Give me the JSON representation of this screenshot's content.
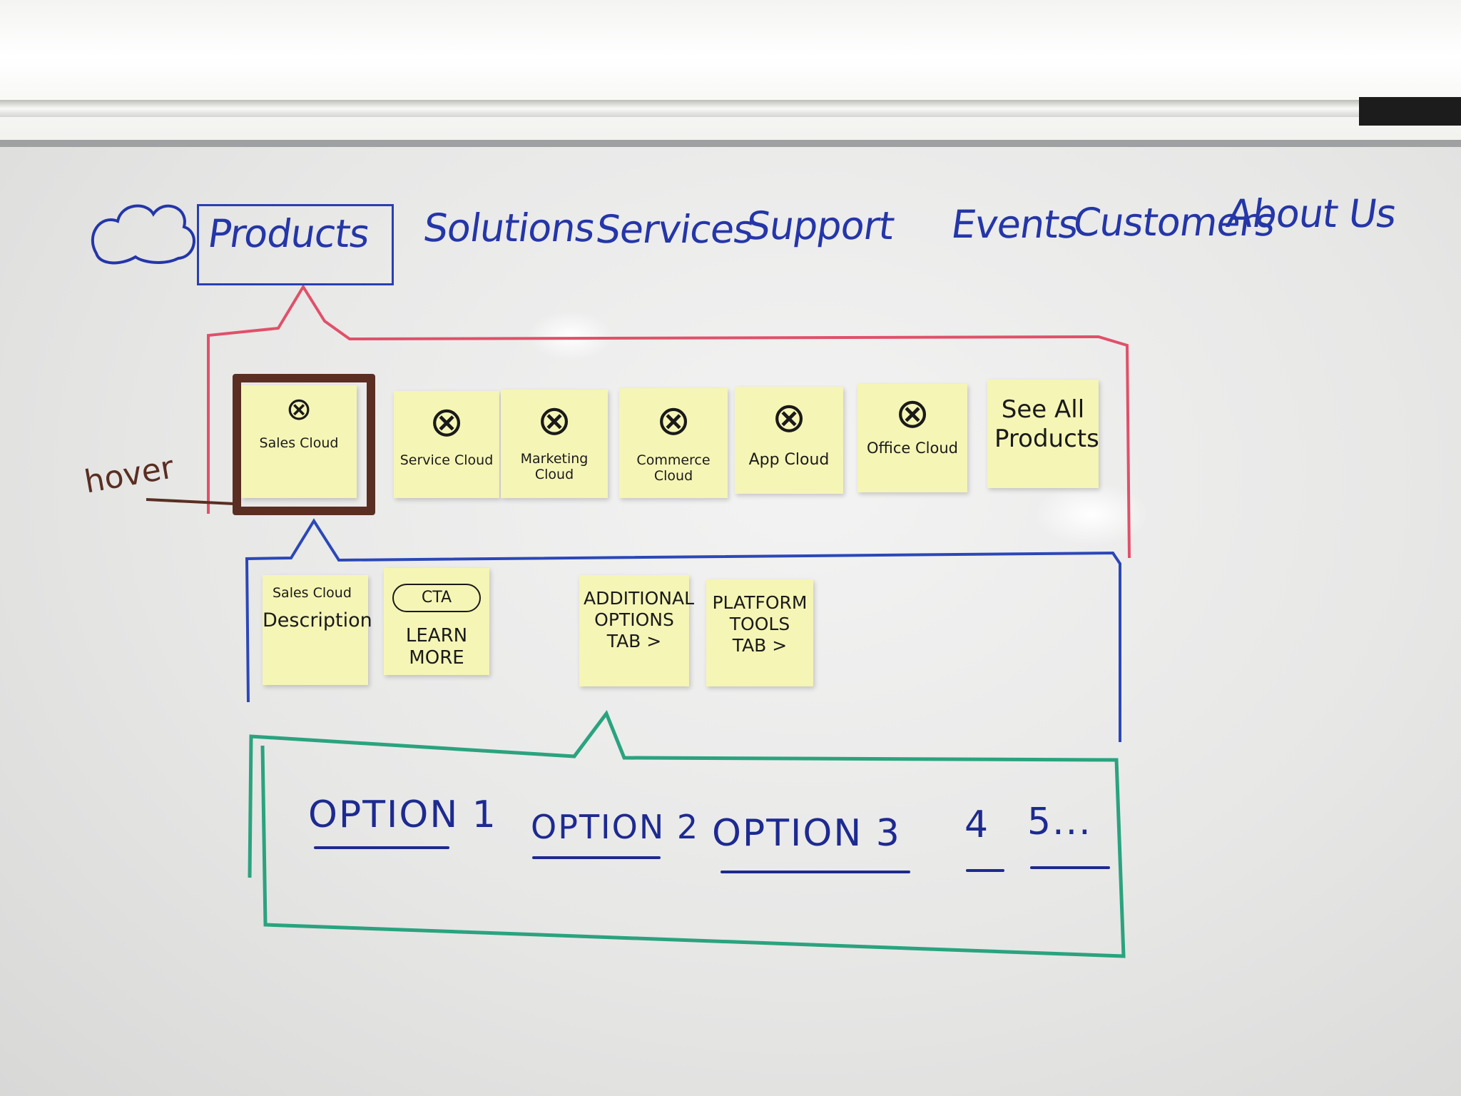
{
  "nav": {
    "items": [
      "Products",
      "Solutions",
      "Services",
      "Support",
      "Events",
      "Customers",
      "About Us"
    ],
    "logo_icon": "cloud-icon",
    "color": "#2436a8"
  },
  "products_row": {
    "items": [
      {
        "label": "Sales Cloud",
        "icon": "circle-x-icon"
      },
      {
        "label": "Service Cloud",
        "icon": "circle-x-icon"
      },
      {
        "label": "Marketing Cloud",
        "icon": "circle-x-icon"
      },
      {
        "label": "Commerce Cloud",
        "icon": "circle-x-icon"
      },
      {
        "label": "App Cloud",
        "icon": "circle-x-icon"
      },
      {
        "label": "Office Cloud",
        "icon": "circle-x-icon"
      }
    ],
    "see_all": "See All Products",
    "hover_label": "hover"
  },
  "detail_row": {
    "description": {
      "title": "Sales Cloud",
      "text": "Description"
    },
    "cta": {
      "pill": "CTA",
      "text": "LEARN MORE"
    },
    "additional": "ADDITIONAL OPTIONS TAB >",
    "platform": "PLATFORM TOOLS TAB >"
  },
  "options_row": {
    "items": [
      "OPTION 1",
      "OPTION 2",
      "OPTION 3",
      "4",
      "5..."
    ]
  },
  "colors": {
    "nav_blue": "#2436a8",
    "menu_red": "#e0506a",
    "panel_blue": "#2b47b8",
    "options_green": "#2aa37e",
    "hover_brown": "#5a2e22",
    "sticky_yellow": "#f5f5b6"
  }
}
